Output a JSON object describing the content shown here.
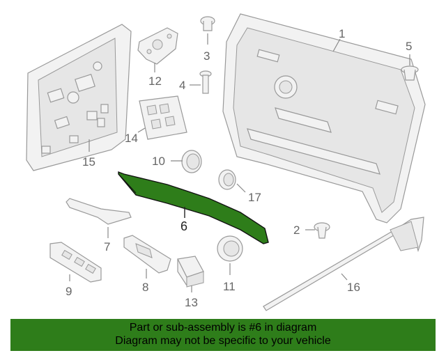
{
  "diagram": {
    "highlighted_part": "6",
    "highlight_color": "#2e7d1a",
    "callouts": {
      "p1": "1",
      "p2": "2",
      "p3": "3",
      "p4": "4",
      "p5": "5",
      "p6": "6",
      "p7": "7",
      "p8": "8",
      "p9": "9",
      "p10": "10",
      "p11": "11",
      "p12": "12",
      "p13": "13",
      "p14": "14",
      "p15": "15",
      "p16": "16",
      "p17": "17"
    }
  },
  "banner": {
    "line1": "Part or sub-assembly is #6 in diagram",
    "line2": "Diagram may not be specific to your vehicle",
    "background": "#2e7d1a"
  }
}
